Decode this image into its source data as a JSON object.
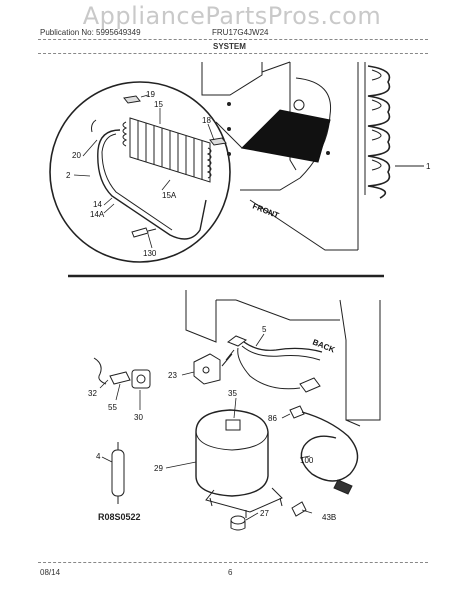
{
  "watermark": "AppliancePartsPros.com",
  "header": {
    "publication": "Publication No: 5995649349",
    "model": "FRU17G4JW24",
    "section_title": "SYSTEM"
  },
  "footer": {
    "date": "08/14",
    "page": "6"
  },
  "diagram_ref": "R08S0522",
  "labels": {
    "front": "FRONT",
    "back": "BACK",
    "p1": "1",
    "p2": "2",
    "p4": "4",
    "p5": "5",
    "p14": "14",
    "p14a": "14A",
    "p15": "15",
    "p15a": "15A",
    "p18": "18",
    "p19": "19",
    "p20": "20",
    "p23": "23",
    "p27": "27",
    "p29": "29",
    "p30": "30",
    "p32": "32",
    "p35": "35",
    "p43b": "43B",
    "p55": "55",
    "p86": "86",
    "p100": "100",
    "p130": "130"
  }
}
